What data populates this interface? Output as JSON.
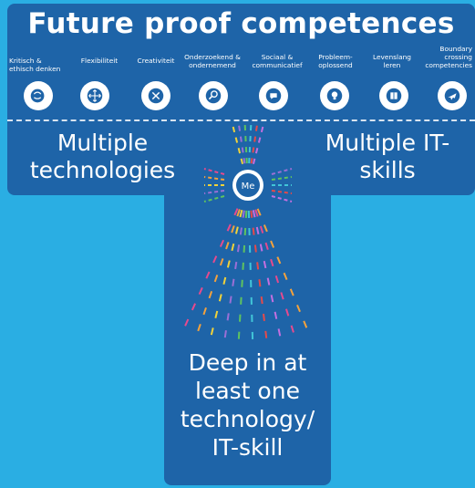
{
  "title": "Future proof competences",
  "competences": [
    {
      "label": "Kritisch &\nethisch denken",
      "icon": "brain-icon"
    },
    {
      "label": "Flexibiliteit",
      "icon": "arrows-icon"
    },
    {
      "label": "Creativiteit",
      "icon": "scissors-icon"
    },
    {
      "label": "Onderzoekend &\nondernemend",
      "icon": "magnifier-icon"
    },
    {
      "label": "Sociaal &\ncommunicatief",
      "icon": "chat-icon"
    },
    {
      "label": "Probleem-\noplossend",
      "icon": "lightbulb-icon"
    },
    {
      "label": "Levenslang\nleren",
      "icon": "book-icon"
    },
    {
      "label": "Boundary\ncrossing\ncompetencies",
      "icon": "airplane-icon"
    }
  ],
  "left_text": "Multiple technologies",
  "right_text": "Multiple IT-skills",
  "center_badge": "Me",
  "deep_text": "Deep in at least one technology/ IT-skill",
  "colors": {
    "background": "#2aaee3",
    "panel": "#1e64a8",
    "rays": [
      "#e64a8e",
      "#f4a23c",
      "#f0d23a",
      "#9b6fd6",
      "#5fc35f",
      "#41c6d8",
      "#e64a4a",
      "#c46fe0"
    ]
  }
}
